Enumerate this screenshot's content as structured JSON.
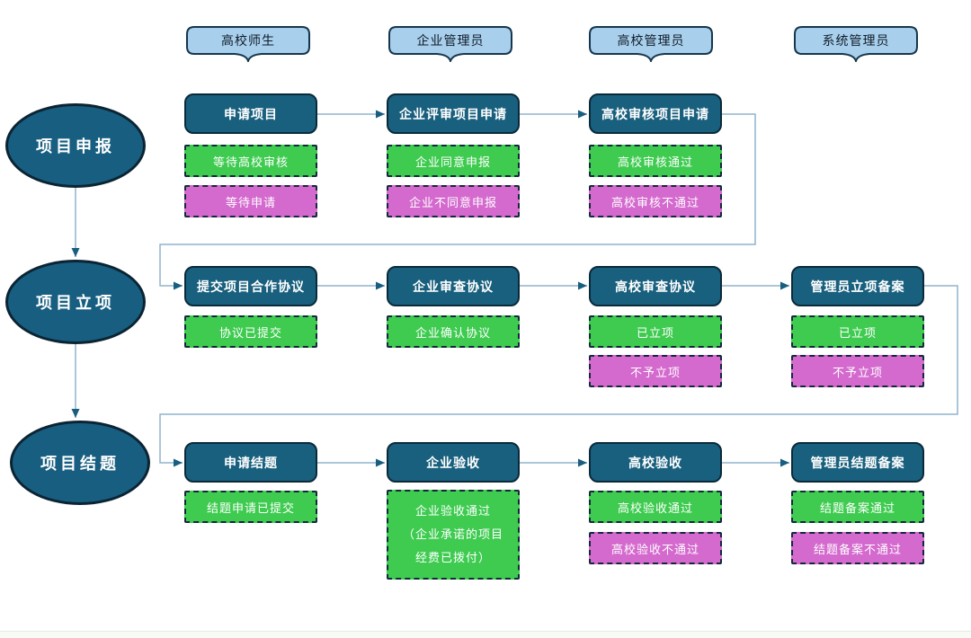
{
  "lanes": [
    {
      "label": "高校师生"
    },
    {
      "label": "企业管理员"
    },
    {
      "label": "高校管理员"
    },
    {
      "label": "系统管理员"
    }
  ],
  "phases": [
    {
      "label": "项目申报"
    },
    {
      "label": "项目立项"
    },
    {
      "label": "项目结题"
    }
  ],
  "rows": [
    {
      "steps": [
        {
          "title": "申请项目",
          "outcomes": [
            {
              "text": "等待高校审核",
              "kind": "success"
            },
            {
              "text": "等待申请",
              "kind": "rejected"
            }
          ]
        },
        {
          "title": "企业评审项目申请",
          "outcomes": [
            {
              "text": "企业同意申报",
              "kind": "success"
            },
            {
              "text": "企业不同意申报",
              "kind": "rejected"
            }
          ]
        },
        {
          "title": "高校审核项目申请",
          "outcomes": [
            {
              "text": "高校审核通过",
              "kind": "success"
            },
            {
              "text": "高校审核不通过",
              "kind": "rejected"
            }
          ]
        }
      ]
    },
    {
      "steps": [
        {
          "title": "提交项目合作协议",
          "outcomes": [
            {
              "text": "协议已提交",
              "kind": "success"
            }
          ]
        },
        {
          "title": "企业审查协议",
          "outcomes": [
            {
              "text": "企业确认协议",
              "kind": "success"
            }
          ]
        },
        {
          "title": "高校审查协议",
          "outcomes": [
            {
              "text": "已立项",
              "kind": "success"
            },
            {
              "text": "不予立项",
              "kind": "rejected"
            }
          ]
        },
        {
          "title": "管理员立项备案",
          "outcomes": [
            {
              "text": "已立项",
              "kind": "success"
            },
            {
              "text": "不予立项",
              "kind": "rejected"
            }
          ]
        }
      ]
    },
    {
      "steps": [
        {
          "title": "申请结题",
          "outcomes": [
            {
              "text": "结题申请已提交",
              "kind": "success"
            }
          ]
        },
        {
          "title": "企业验收",
          "outcomes": [
            {
              "kind": "success",
              "lines": [
                "企业验收通过",
                "（企业承诺的项目",
                "经费已拨付）"
              ]
            }
          ]
        },
        {
          "title": "高校验收",
          "outcomes": [
            {
              "text": "高校验收通过",
              "kind": "success"
            },
            {
              "text": "高校验收不通过",
              "kind": "rejected"
            }
          ]
        },
        {
          "title": "管理员结题备案",
          "outcomes": [
            {
              "text": "结题备案通过",
              "kind": "success"
            },
            {
              "text": "结题备案不通过",
              "kind": "rejected"
            }
          ]
        }
      ]
    }
  ],
  "colors": {
    "step_fill": "#19607E",
    "step_border": "#0A2A3A",
    "phase_fill": "#175E80",
    "lane_fill": "#A8CFEC",
    "lane_border": "#16364D",
    "success_fill": "#3ECB50",
    "rejected_fill": "#D469CE",
    "status_border": "#14293A",
    "connector_line": "#8FB3CB",
    "arrowhead": "#175E80"
  }
}
